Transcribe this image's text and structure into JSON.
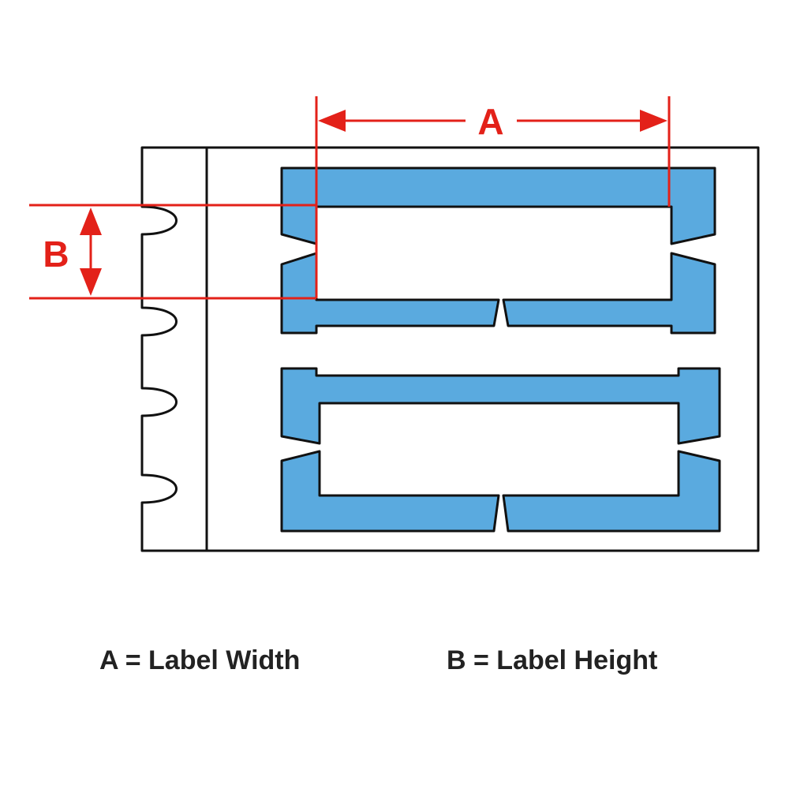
{
  "dimensions": {
    "a_letter": "A",
    "b_letter": "B"
  },
  "legend": {
    "a_text": "A = Label Width",
    "b_text": "B = Label Height"
  },
  "colors": {
    "label_fill": "#5aaadf",
    "dimension_red": "#e32119",
    "outline": "#111111",
    "legend_text": "#222222"
  }
}
